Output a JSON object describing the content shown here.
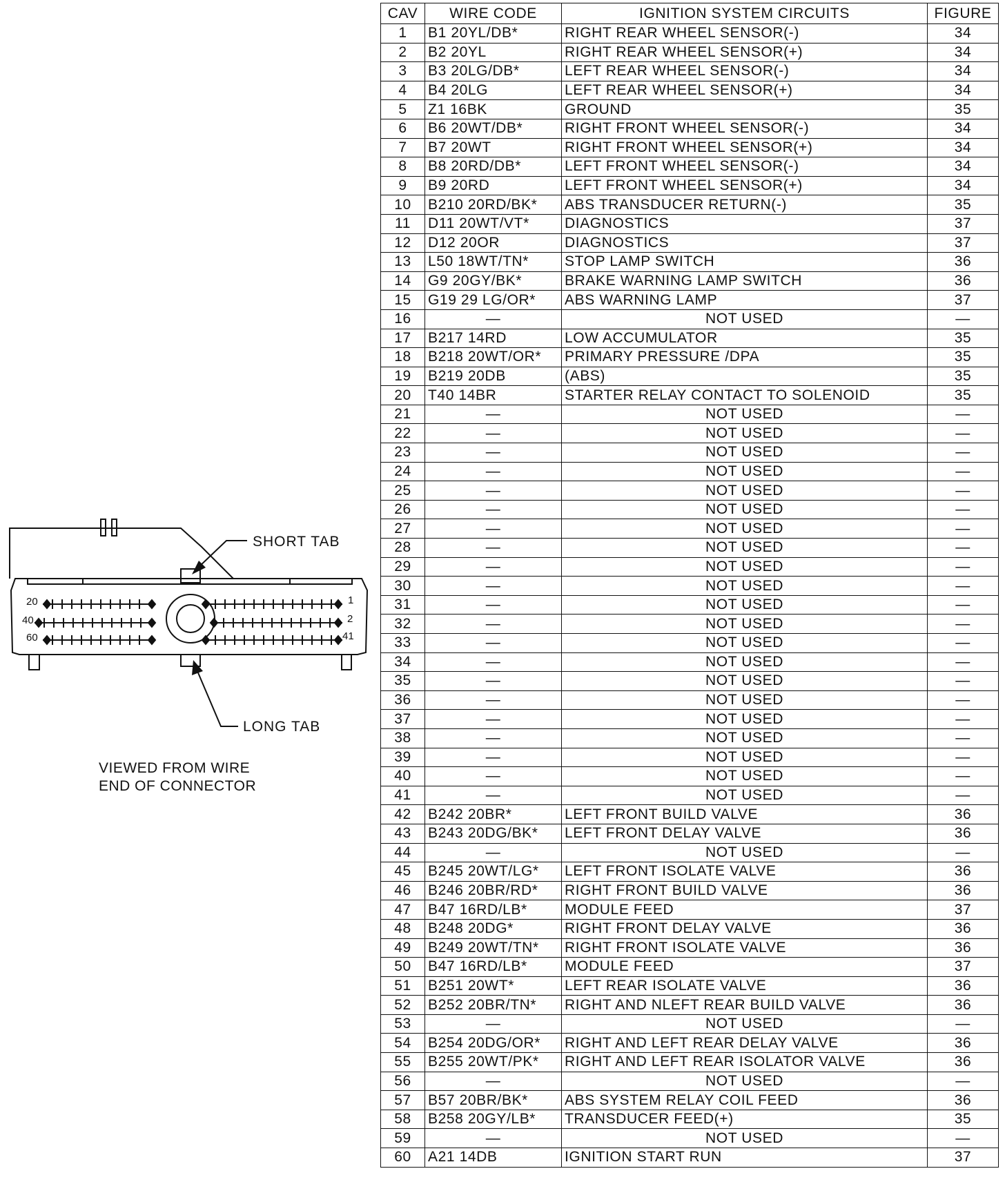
{
  "diagram": {
    "short_tab": "SHORT TAB",
    "long_tab": "LONG TAB",
    "pin_20": "20",
    "pin_40": "40",
    "pin_60": "60",
    "pin_1": "1",
    "pin_2": "2",
    "pin_41": "41",
    "caption_line1": "VIEWED FROM WIRE",
    "caption_line2": "END OF CONNECTOR"
  },
  "table": {
    "headers": [
      "CAV",
      "WIRE CODE",
      "IGNITION SYSTEM CIRCUITS",
      "FIGURE"
    ],
    "rows": [
      {
        "cav": "1",
        "wire": "B1 20YL/DB*",
        "circuit": "RIGHT REAR WHEEL SENSOR(-)",
        "figure": "34"
      },
      {
        "cav": "2",
        "wire": "B2 20YL",
        "circuit": "RIGHT REAR WHEEL SENSOR(+)",
        "figure": "34"
      },
      {
        "cav": "3",
        "wire": "B3 20LG/DB*",
        "circuit": "LEFT REAR WHEEL SENSOR(-)",
        "figure": "34"
      },
      {
        "cav": "4",
        "wire": "B4 20LG",
        "circuit": "LEFT REAR WHEEL SENSOR(+)",
        "figure": "34"
      },
      {
        "cav": "5",
        "wire": "Z1 16BK",
        "circuit": "GROUND",
        "figure": "35"
      },
      {
        "cav": "6",
        "wire": "B6 20WT/DB*",
        "circuit": "RIGHT FRONT WHEEL SENSOR(-)",
        "figure": "34"
      },
      {
        "cav": "7",
        "wire": "B7 20WT",
        "circuit": "RIGHT FRONT WHEEL SENSOR(+)",
        "figure": "34"
      },
      {
        "cav": "8",
        "wire": "B8 20RD/DB*",
        "circuit": "LEFT FRONT WHEEL SENSOR(-)",
        "figure": "34"
      },
      {
        "cav": "9",
        "wire": "B9 20RD",
        "circuit": "LEFT FRONT WHEEL SENSOR(+)",
        "figure": "34"
      },
      {
        "cav": "10",
        "wire": "B210 20RD/BK*",
        "circuit": "ABS TRANSDUCER RETURN(-)",
        "figure": "35"
      },
      {
        "cav": "11",
        "wire": "D11 20WT/VT*",
        "circuit": "DIAGNOSTICS",
        "figure": "37"
      },
      {
        "cav": "12",
        "wire": "D12 20OR",
        "circuit": "DIAGNOSTICS",
        "figure": "37"
      },
      {
        "cav": "13",
        "wire": "L50 18WT/TN*",
        "circuit": "STOP LAMP SWITCH",
        "figure": "36"
      },
      {
        "cav": "14",
        "wire": "G9 20GY/BK*",
        "circuit": "BRAKE WARNING LAMP SWITCH",
        "figure": "36"
      },
      {
        "cav": "15",
        "wire": "G19 29 LG/OR*",
        "circuit": "ABS WARNING LAMP",
        "figure": "37"
      },
      {
        "cav": "16",
        "wire": "—",
        "circuit": "NOT USED",
        "figure": "—"
      },
      {
        "cav": "17",
        "wire": "B217 14RD",
        "circuit": "LOW ACCUMULATOR",
        "figure": "35"
      },
      {
        "cav": "18",
        "wire": "B218 20WT/OR*",
        "circuit": "PRIMARY PRESSURE /DPA",
        "figure": "35"
      },
      {
        "cav": "19",
        "wire": "B219 20DB",
        "circuit": "(ABS)",
        "figure": "35"
      },
      {
        "cav": "20",
        "wire": "T40 14BR",
        "circuit": "STARTER RELAY CONTACT TO SOLENOID",
        "figure": "35"
      },
      {
        "cav": "21",
        "wire": "—",
        "circuit": "NOT USED",
        "figure": "—"
      },
      {
        "cav": "22",
        "wire": "—",
        "circuit": "NOT USED",
        "figure": "—"
      },
      {
        "cav": "23",
        "wire": "—",
        "circuit": "NOT USED",
        "figure": "—"
      },
      {
        "cav": "24",
        "wire": "—",
        "circuit": "NOT USED",
        "figure": "—"
      },
      {
        "cav": "25",
        "wire": "—",
        "circuit": "NOT USED",
        "figure": "—"
      },
      {
        "cav": "26",
        "wire": "—",
        "circuit": "NOT USED",
        "figure": "—"
      },
      {
        "cav": "27",
        "wire": "—",
        "circuit": "NOT USED",
        "figure": "—"
      },
      {
        "cav": "28",
        "wire": "—",
        "circuit": "NOT USED",
        "figure": "—"
      },
      {
        "cav": "29",
        "wire": "—",
        "circuit": "NOT USED",
        "figure": "—"
      },
      {
        "cav": "30",
        "wire": "—",
        "circuit": "NOT USED",
        "figure": "—"
      },
      {
        "cav": "31",
        "wire": "—",
        "circuit": "NOT USED",
        "figure": "—"
      },
      {
        "cav": "32",
        "wire": "—",
        "circuit": "NOT USED",
        "figure": "—"
      },
      {
        "cav": "33",
        "wire": "—",
        "circuit": "NOT USED",
        "figure": "—"
      },
      {
        "cav": "34",
        "wire": "—",
        "circuit": "NOT USED",
        "figure": "—"
      },
      {
        "cav": "35",
        "wire": "—",
        "circuit": "NOT USED",
        "figure": "—"
      },
      {
        "cav": "36",
        "wire": "—",
        "circuit": "NOT USED",
        "figure": "—"
      },
      {
        "cav": "37",
        "wire": "—",
        "circuit": "NOT USED",
        "figure": "—"
      },
      {
        "cav": "38",
        "wire": "—",
        "circuit": "NOT USED",
        "figure": "—"
      },
      {
        "cav": "39",
        "wire": "—",
        "circuit": "NOT USED",
        "figure": "—"
      },
      {
        "cav": "40",
        "wire": "—",
        "circuit": "NOT USED",
        "figure": "—"
      },
      {
        "cav": "41",
        "wire": "—",
        "circuit": "NOT USED",
        "figure": "—"
      },
      {
        "cav": "42",
        "wire": "B242 20BR*",
        "circuit": "LEFT FRONT BUILD VALVE",
        "figure": "36"
      },
      {
        "cav": "43",
        "wire": "B243 20DG/BK*",
        "circuit": "LEFT FRONT DELAY VALVE",
        "figure": "36"
      },
      {
        "cav": "44",
        "wire": "—",
        "circuit": "NOT USED",
        "figure": "—"
      },
      {
        "cav": "45",
        "wire": "B245 20WT/LG*",
        "circuit": "LEFT FRONT ISOLATE VALVE",
        "figure": "36"
      },
      {
        "cav": "46",
        "wire": "B246 20BR/RD*",
        "circuit": "RIGHT FRONT BUILD VALVE",
        "figure": "36"
      },
      {
        "cav": "47",
        "wire": "B47 16RD/LB*",
        "circuit": "MODULE FEED",
        "figure": "37"
      },
      {
        "cav": "48",
        "wire": "B248 20DG*",
        "circuit": "RIGHT FRONT DELAY VALVE",
        "figure": "36"
      },
      {
        "cav": "49",
        "wire": "B249 20WT/TN*",
        "circuit": "RIGHT FRONT ISOLATE VALVE",
        "figure": "36"
      },
      {
        "cav": "50",
        "wire": "B47 16RD/LB*",
        "circuit": "MODULE FEED",
        "figure": "37"
      },
      {
        "cav": "51",
        "wire": "B251 20WT*",
        "circuit": "LEFT REAR ISOLATE VALVE",
        "figure": "36"
      },
      {
        "cav": "52",
        "wire": "B252 20BR/TN*",
        "circuit": "RIGHT AND NLEFT REAR BUILD VALVE",
        "figure": "36"
      },
      {
        "cav": "53",
        "wire": "—",
        "circuit": "NOT USED",
        "figure": "—"
      },
      {
        "cav": "54",
        "wire": "B254 20DG/OR*",
        "circuit": "RIGHT AND LEFT REAR DELAY VALVE",
        "figure": "36"
      },
      {
        "cav": "55",
        "wire": "B255 20WT/PK*",
        "circuit": "RIGHT AND LEFT REAR ISOLATOR VALVE",
        "figure": "36"
      },
      {
        "cav": "56",
        "wire": "—",
        "circuit": "NOT USED",
        "figure": "—"
      },
      {
        "cav": "57",
        "wire": "B57 20BR/BK*",
        "circuit": "ABS SYSTEM RELAY COIL FEED",
        "figure": "36"
      },
      {
        "cav": "58",
        "wire": "B258 20GY/LB*",
        "circuit": "TRANSDUCER FEED(+)",
        "figure": "35"
      },
      {
        "cav": "59",
        "wire": "—",
        "circuit": "NOT USED",
        "figure": "—"
      },
      {
        "cav": "60",
        "wire": "A21 14DB",
        "circuit": "IGNITION START RUN",
        "figure": "37"
      }
    ]
  }
}
